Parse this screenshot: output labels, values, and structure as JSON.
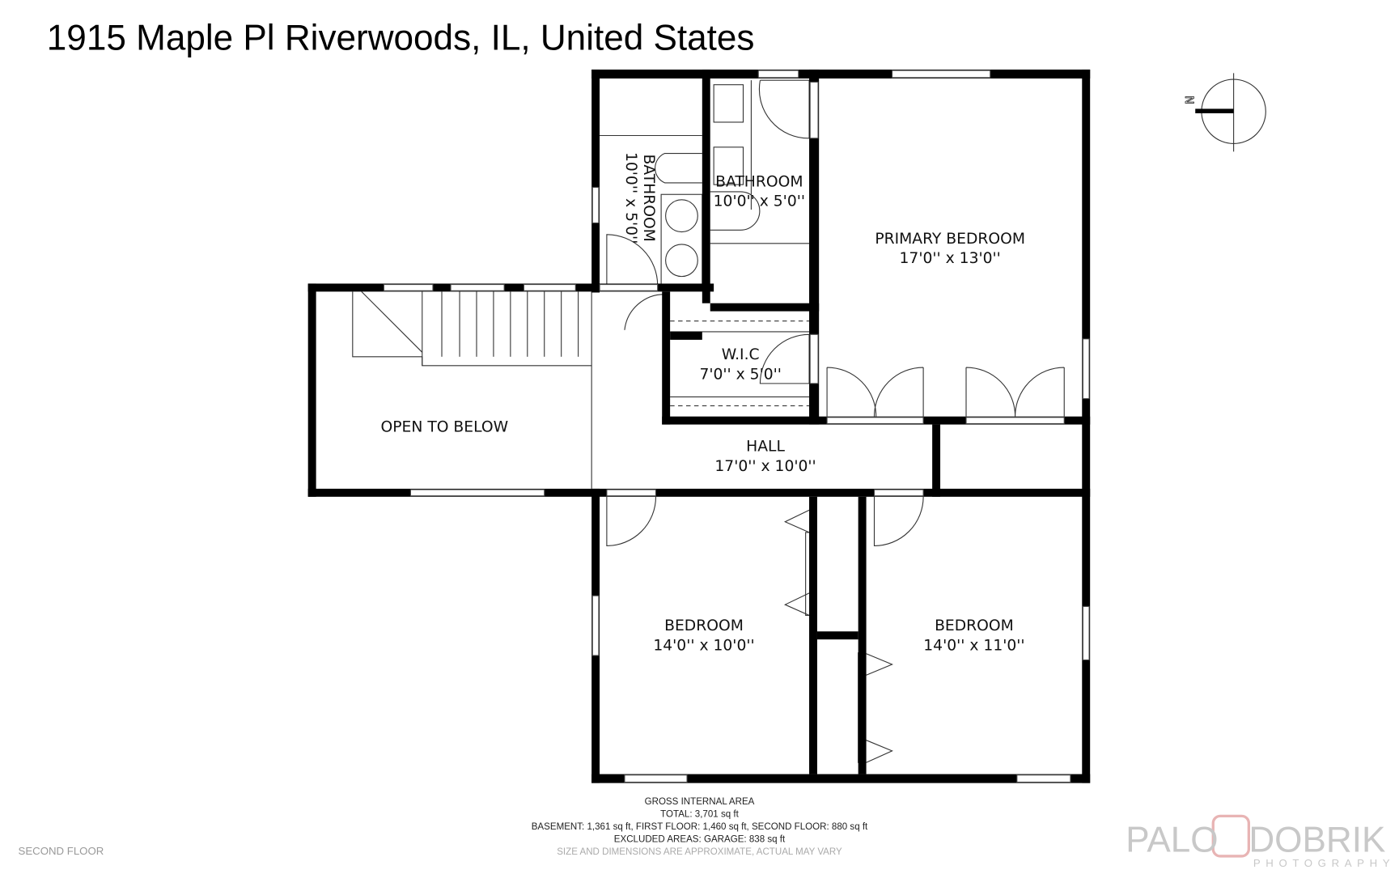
{
  "title": "1915 Maple Pl Riverwoods, IL, United States",
  "floor_label": "SECOND FLOOR",
  "rooms": [
    {
      "name": "BATHROOM",
      "size": "10'0'' x 5'0''"
    },
    {
      "name": "BATHROOM",
      "size": "10'0'' x 5'0''"
    },
    {
      "name": "PRIMARY BEDROOM",
      "size": "17'0'' x 13'0''"
    },
    {
      "name": "W.I.C",
      "size": "7'0'' x 5'0''"
    },
    {
      "name": "OPEN TO BELOW",
      "size": ""
    },
    {
      "name": "HALL",
      "size": "17'0'' x 10'0''"
    },
    {
      "name": "BEDROOM",
      "size": "14'0'' x 10'0''"
    },
    {
      "name": "BEDROOM",
      "size": "14'0'' x 11'0''"
    }
  ],
  "compass": {
    "label": "N",
    "icon": "north-arrow-icon"
  },
  "area": {
    "heading": "GROSS INTERNAL AREA",
    "total": "TOTAL: 3,701 sq ft",
    "floors": "BASEMENT: 1,361 sq ft, FIRST FLOOR: 1,460 sq ft, SECOND FLOOR: 880 sq ft",
    "excluded": "EXCLUDED AREAS: GARAGE: 838 sq ft",
    "disclaimer": "SIZE AND DIMENSIONS ARE APPROXIMATE, ACTUAL MAY VARY"
  },
  "logo": {
    "line1a": "PALO",
    "line1b": "DOBRIK",
    "line2": "PHOTOGRAPHY",
    "accent": "#e8b4b4"
  }
}
